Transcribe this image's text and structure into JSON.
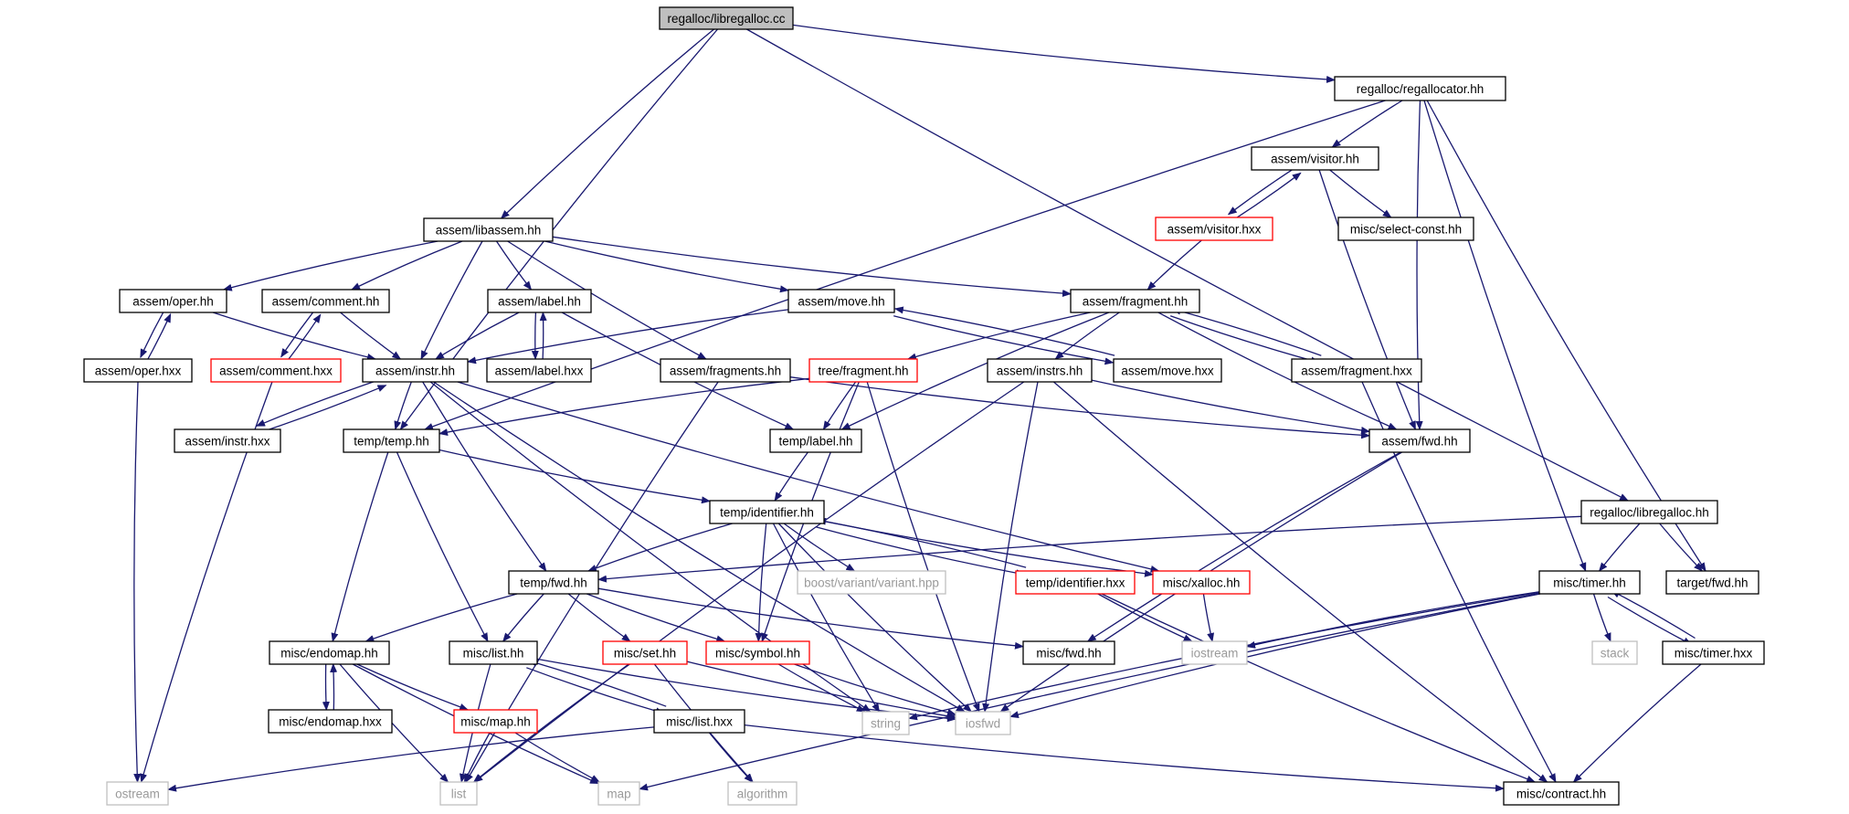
{
  "diagram": {
    "edge_color": "#191970",
    "nodes": [
      {
        "id": "regalloc/libregalloc.cc",
        "style": "root"
      },
      {
        "id": "regalloc/regallocator.hh",
        "style": "normal"
      },
      {
        "id": "assem/visitor.hh",
        "style": "normal"
      },
      {
        "id": "assem/visitor.hxx",
        "style": "truncated"
      },
      {
        "id": "misc/select-const.hh",
        "style": "normal"
      },
      {
        "id": "assem/libassem.hh",
        "style": "normal"
      },
      {
        "id": "assem/oper.hh",
        "style": "normal"
      },
      {
        "id": "assem/comment.hh",
        "style": "normal"
      },
      {
        "id": "assem/label.hh",
        "style": "normal"
      },
      {
        "id": "assem/move.hh",
        "style": "normal"
      },
      {
        "id": "assem/fragment.hh",
        "style": "normal"
      },
      {
        "id": "assem/oper.hxx",
        "style": "normal"
      },
      {
        "id": "assem/comment.hxx",
        "style": "truncated"
      },
      {
        "id": "assem/instr.hh",
        "style": "normal"
      },
      {
        "id": "assem/label.hxx",
        "style": "normal"
      },
      {
        "id": "assem/fragments.hh",
        "style": "normal"
      },
      {
        "id": "tree/fragment.hh",
        "style": "truncated"
      },
      {
        "id": "assem/instrs.hh",
        "style": "normal"
      },
      {
        "id": "assem/move.hxx",
        "style": "normal"
      },
      {
        "id": "assem/fragment.hxx",
        "style": "normal"
      },
      {
        "id": "assem/instr.hxx",
        "style": "normal"
      },
      {
        "id": "temp/temp.hh",
        "style": "normal"
      },
      {
        "id": "temp/label.hh",
        "style": "normal"
      },
      {
        "id": "assem/fwd.hh",
        "style": "normal"
      },
      {
        "id": "temp/identifier.hh",
        "style": "normal"
      },
      {
        "id": "regalloc/libregalloc.hh",
        "style": "normal"
      },
      {
        "id": "temp/fwd.hh",
        "style": "normal"
      },
      {
        "id": "boost/variant/variant.hpp",
        "style": "external"
      },
      {
        "id": "temp/identifier.hxx",
        "style": "truncated"
      },
      {
        "id": "misc/xalloc.hh",
        "style": "truncated"
      },
      {
        "id": "misc/timer.hh",
        "style": "normal"
      },
      {
        "id": "target/fwd.hh",
        "style": "normal"
      },
      {
        "id": "misc/endomap.hh",
        "style": "normal"
      },
      {
        "id": "misc/list.hh",
        "style": "normal"
      },
      {
        "id": "misc/set.hh",
        "style": "truncated"
      },
      {
        "id": "misc/symbol.hh",
        "style": "truncated"
      },
      {
        "id": "misc/fwd.hh",
        "style": "normal"
      },
      {
        "id": "iostream",
        "style": "external"
      },
      {
        "id": "stack",
        "style": "external"
      },
      {
        "id": "misc/timer.hxx",
        "style": "normal"
      },
      {
        "id": "misc/endomap.hxx",
        "style": "normal"
      },
      {
        "id": "misc/map.hh",
        "style": "truncated"
      },
      {
        "id": "misc/list.hxx",
        "style": "normal"
      },
      {
        "id": "string",
        "style": "external"
      },
      {
        "id": "iosfwd",
        "style": "external"
      },
      {
        "id": "ostream",
        "style": "external"
      },
      {
        "id": "list",
        "style": "external"
      },
      {
        "id": "map",
        "style": "external"
      },
      {
        "id": "algorithm",
        "style": "external"
      },
      {
        "id": "misc/contract.hh",
        "style": "normal"
      }
    ],
    "edges": [
      [
        "regalloc/libregalloc.cc",
        "regalloc/regallocator.hh"
      ],
      [
        "regalloc/libregalloc.cc",
        "assem/libassem.hh"
      ],
      [
        "regalloc/libregalloc.cc",
        "temp/temp.hh"
      ],
      [
        "regalloc/libregalloc.cc",
        "regalloc/libregalloc.hh"
      ],
      [
        "regalloc/regallocator.hh",
        "assem/visitor.hh"
      ],
      [
        "regalloc/regallocator.hh",
        "assem/fwd.hh"
      ],
      [
        "regalloc/regallocator.hh",
        "temp/temp.hh"
      ],
      [
        "regalloc/regallocator.hh",
        "misc/timer.hh"
      ],
      [
        "regalloc/regallocator.hh",
        "target/fwd.hh"
      ],
      [
        "assem/visitor.hh",
        "assem/visitor.hxx"
      ],
      [
        "assem/visitor.hh",
        "misc/select-const.hh"
      ],
      [
        "assem/visitor.hh",
        "assem/fwd.hh"
      ],
      [
        "assem/visitor.hxx",
        "assem/visitor.hh"
      ],
      [
        "assem/visitor.hxx",
        "assem/fragment.hh"
      ],
      [
        "assem/libassem.hh",
        "assem/oper.hh"
      ],
      [
        "assem/libassem.hh",
        "assem/comment.hh"
      ],
      [
        "assem/libassem.hh",
        "assem/label.hh"
      ],
      [
        "assem/libassem.hh",
        "assem/instr.hh"
      ],
      [
        "assem/libassem.hh",
        "assem/fragments.hh"
      ],
      [
        "assem/libassem.hh",
        "assem/move.hh"
      ],
      [
        "assem/libassem.hh",
        "assem/fragment.hh"
      ],
      [
        "assem/oper.hh",
        "assem/oper.hxx"
      ],
      [
        "assem/oper.hh",
        "assem/instr.hh"
      ],
      [
        "assem/oper.hxx",
        "assem/oper.hh"
      ],
      [
        "assem/oper.hxx",
        "ostream"
      ],
      [
        "assem/comment.hh",
        "assem/comment.hxx"
      ],
      [
        "assem/comment.hh",
        "assem/instr.hh"
      ],
      [
        "assem/comment.hxx",
        "assem/comment.hh"
      ],
      [
        "assem/comment.hxx",
        "ostream"
      ],
      [
        "assem/label.hh",
        "assem/label.hxx"
      ],
      [
        "assem/label.hh",
        "assem/instr.hh"
      ],
      [
        "assem/label.hh",
        "temp/label.hh"
      ],
      [
        "assem/label.hxx",
        "assem/label.hh"
      ],
      [
        "assem/move.hh",
        "assem/instr.hh"
      ],
      [
        "assem/move.hh",
        "assem/move.hxx"
      ],
      [
        "assem/move.hxx",
        "assem/move.hh"
      ],
      [
        "assem/fragment.hh",
        "tree/fragment.hh"
      ],
      [
        "assem/fragment.hh",
        "assem/instrs.hh"
      ],
      [
        "assem/fragment.hh",
        "assem/fragment.hxx"
      ],
      [
        "assem/fragment.hh",
        "temp/label.hh"
      ],
      [
        "assem/fragment.hh",
        "assem/fwd.hh"
      ],
      [
        "assem/fragment.hxx",
        "assem/fragment.hh"
      ],
      [
        "assem/fragment.hxx",
        "misc/contract.hh"
      ],
      [
        "assem/fragments.hh",
        "assem/fwd.hh"
      ],
      [
        "assem/fragments.hh",
        "list"
      ],
      [
        "assem/instr.hh",
        "assem/instr.hxx"
      ],
      [
        "assem/instr.hh",
        "temp/temp.hh"
      ],
      [
        "assem/instr.hh",
        "temp/fwd.hh"
      ],
      [
        "assem/instr.hh",
        "misc/xalloc.hh"
      ],
      [
        "assem/instr.hh",
        "iosfwd"
      ],
      [
        "assem/instr.hh",
        "string"
      ],
      [
        "assem/instr.hxx",
        "assem/instr.hh"
      ],
      [
        "assem/instrs.hh",
        "assem/fwd.hh"
      ],
      [
        "assem/instrs.hh",
        "list"
      ],
      [
        "assem/instrs.hh",
        "iosfwd"
      ],
      [
        "assem/instrs.hh",
        "misc/contract.hh"
      ],
      [
        "tree/fragment.hh",
        "temp/temp.hh"
      ],
      [
        "tree/fragment.hh",
        "temp/label.hh"
      ],
      [
        "tree/fragment.hh",
        "misc/symbol.hh"
      ],
      [
        "tree/fragment.hh",
        "iosfwd"
      ],
      [
        "temp/temp.hh",
        "temp/identifier.hh"
      ],
      [
        "temp/temp.hh",
        "misc/endomap.hh"
      ],
      [
        "temp/temp.hh",
        "misc/list.hh"
      ],
      [
        "temp/label.hh",
        "temp/identifier.hh"
      ],
      [
        "temp/identifier.hh",
        "temp/fwd.hh"
      ],
      [
        "temp/identifier.hh",
        "boost/variant/variant.hpp"
      ],
      [
        "temp/identifier.hh",
        "temp/identifier.hxx"
      ],
      [
        "temp/identifier.hh",
        "misc/xalloc.hh"
      ],
      [
        "temp/identifier.hh",
        "misc/symbol.hh"
      ],
      [
        "temp/identifier.hh",
        "string"
      ],
      [
        "temp/identifier.hh",
        "iosfwd"
      ],
      [
        "temp/identifier.hxx",
        "temp/identifier.hh"
      ],
      [
        "temp/identifier.hxx",
        "iostream"
      ],
      [
        "temp/identifier.hxx",
        "misc/contract.hh"
      ],
      [
        "misc/xalloc.hh",
        "iostream"
      ],
      [
        "assem/fwd.hh",
        "misc/fwd.hh"
      ],
      [
        "assem/fwd.hh",
        "iosfwd"
      ],
      [
        "regalloc/libregalloc.hh",
        "temp/fwd.hh"
      ],
      [
        "regalloc/libregalloc.hh",
        "misc/timer.hh"
      ],
      [
        "regalloc/libregalloc.hh",
        "target/fwd.hh"
      ],
      [
        "temp/fwd.hh",
        "misc/endomap.hh"
      ],
      [
        "temp/fwd.hh",
        "misc/list.hh"
      ],
      [
        "temp/fwd.hh",
        "misc/set.hh"
      ],
      [
        "temp/fwd.hh",
        "misc/symbol.hh"
      ],
      [
        "temp/fwd.hh",
        "misc/fwd.hh"
      ],
      [
        "misc/timer.hh",
        "stack"
      ],
      [
        "misc/timer.hh",
        "misc/timer.hxx"
      ],
      [
        "misc/timer.hh",
        "iostream"
      ],
      [
        "misc/timer.hh",
        "string"
      ],
      [
        "misc/timer.hh",
        "iosfwd"
      ],
      [
        "misc/timer.hh",
        "map"
      ],
      [
        "misc/timer.hxx",
        "misc/timer.hh"
      ],
      [
        "misc/timer.hxx",
        "misc/contract.hh"
      ],
      [
        "misc/endomap.hh",
        "misc/endomap.hxx"
      ],
      [
        "misc/endomap.hh",
        "misc/map.hh"
      ],
      [
        "misc/endomap.hh",
        "list"
      ],
      [
        "misc/endomap.hh",
        "map"
      ],
      [
        "misc/endomap.hxx",
        "misc/endomap.hh"
      ],
      [
        "misc/map.hh",
        "list"
      ],
      [
        "misc/map.hh",
        "map"
      ],
      [
        "misc/list.hh",
        "misc/list.hxx"
      ],
      [
        "misc/list.hh",
        "list"
      ],
      [
        "misc/list.hh",
        "iosfwd"
      ],
      [
        "misc/list.hxx",
        "misc/list.hh"
      ],
      [
        "misc/list.hxx",
        "ostream"
      ],
      [
        "misc/list.hxx",
        "algorithm"
      ],
      [
        "misc/list.hxx",
        "misc/contract.hh"
      ],
      [
        "misc/set.hh",
        "iosfwd"
      ],
      [
        "misc/set.hh",
        "list"
      ],
      [
        "misc/set.hh",
        "algorithm"
      ],
      [
        "misc/symbol.hh",
        "string"
      ],
      [
        "misc/symbol.hh",
        "iosfwd"
      ]
    ]
  }
}
